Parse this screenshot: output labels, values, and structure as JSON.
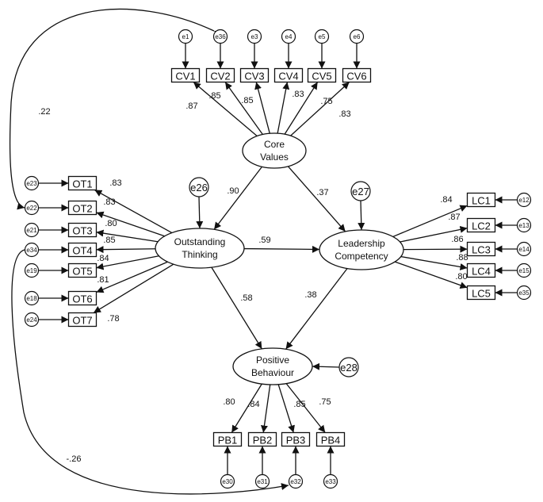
{
  "latents": {
    "cv": [
      "Core",
      "Values"
    ],
    "ot": [
      "Outstanding",
      "Thinking"
    ],
    "lc": [
      "Leadership",
      "Competency"
    ],
    "pb": [
      "Positive",
      "Behaviour"
    ]
  },
  "indicators": {
    "cv": [
      "CV1",
      "CV2",
      "CV3",
      "CV4",
      "CV5",
      "CV6"
    ],
    "ot": [
      "OT1",
      "OT2",
      "OT3",
      "OT4",
      "OT5",
      "OT6",
      "OT7"
    ],
    "lc": [
      "LC1",
      "LC2",
      "LC3",
      "LC4",
      "LC5"
    ],
    "pb": [
      "PB1",
      "PB2",
      "PB3",
      "PB4"
    ]
  },
  "errors": {
    "cv": [
      "e1",
      "e36",
      "e3",
      "e4",
      "e5",
      "e6"
    ],
    "ot": [
      "e23",
      "e22",
      "e21",
      "e34",
      "e19",
      "e18",
      "e24"
    ],
    "lc": [
      "e12",
      "e13",
      "e14",
      "e15",
      "e35"
    ],
    "pb": [
      "e30",
      "e31",
      "e32",
      "e33"
    ],
    "disturbances": {
      "ot": "e26",
      "lc": "e27",
      "pb": "e28"
    }
  },
  "loadings": {
    "cv": [
      ".87",
      ".85",
      ".85",
      ".83",
      ".75",
      ".83"
    ],
    "ot": [
      ".83",
      ".83",
      ".80",
      ".85",
      ".84",
      ".81",
      ".78"
    ],
    "lc": [
      ".84",
      ".87",
      ".86",
      ".88",
      ".80"
    ],
    "pb": [
      ".80",
      ".84",
      ".85",
      ".75"
    ]
  },
  "paths": {
    "cv_ot": ".90",
    "cv_lc": ".37",
    "ot_lc": ".59",
    "ot_pb": ".58",
    "lc_pb": ".38"
  },
  "covariances": {
    "e36_e22": ".22",
    "e34_e32": "-.26"
  }
}
